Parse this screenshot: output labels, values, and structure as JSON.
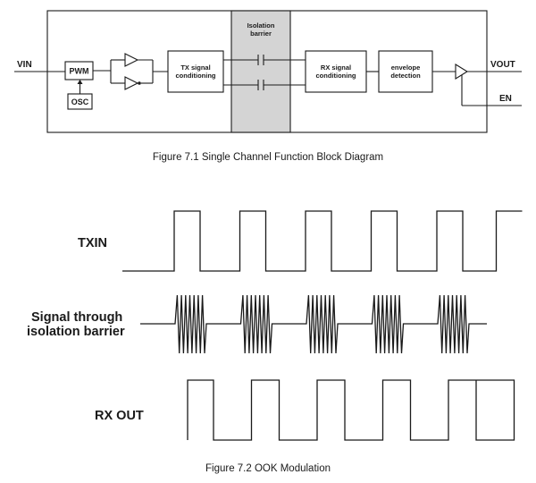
{
  "figure1": {
    "caption": "Figure 7.1 Single Channel Function Block Diagram",
    "pins": {
      "vin": "VIN",
      "vout": "VOUT",
      "en": "EN"
    },
    "blocks": {
      "pwm": "PWM",
      "osc": "OSC",
      "tx_line1": "TX signal",
      "tx_line2": "conditioning",
      "barrier_line1": "Isolation",
      "barrier_line2": "barrier",
      "rx_line1": "RX signal",
      "rx_line2": "conditioning",
      "env_line1": "envelope",
      "env_line2": "detection"
    },
    "colors": {
      "barrier_fill": "#d4d4d4",
      "line": "#1a1a1a"
    }
  },
  "figure2": {
    "caption": "Figure 7.2 OOK Modulation",
    "signals": {
      "txin": "TXIN",
      "barrier_line1": "Signal through",
      "barrier_line2": "isolation barrier",
      "rxout": "RX OUT"
    },
    "pulse_count": 5
  }
}
